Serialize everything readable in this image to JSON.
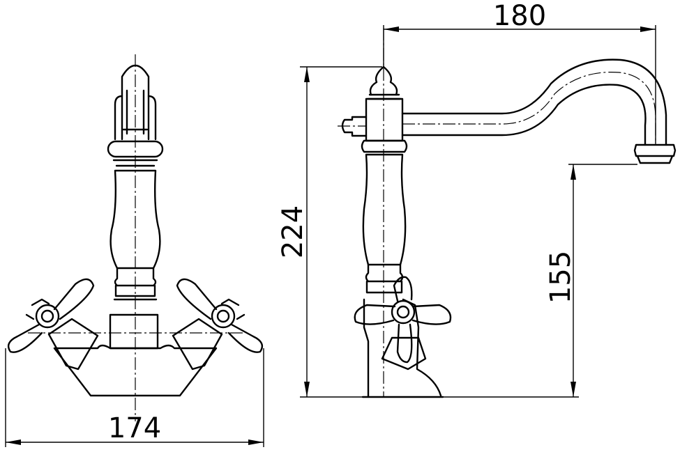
{
  "dimensions": {
    "width": "174",
    "height_total": "224",
    "spout_reach": "180",
    "spout_height": "155"
  }
}
